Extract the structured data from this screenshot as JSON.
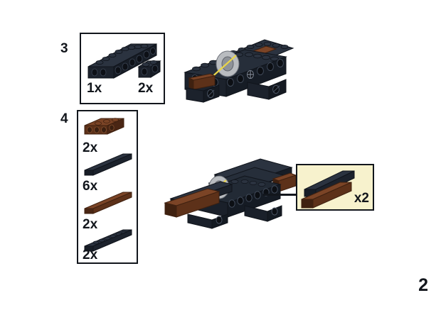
{
  "page": {
    "number": "2",
    "background_color": "#ffffff",
    "ink_color": "#12161c"
  },
  "colors": {
    "black_light": "#2b3340",
    "black_mid": "#1c222c",
    "black_dark": "#10141b",
    "brown_light": "#7b4426",
    "brown_mid": "#5d3119",
    "brown_dark": "#3f2110",
    "gray_light": "#b9bcc0",
    "gray_mid": "#8e9298",
    "axle_yellow": "#e8d44a",
    "callout_fill": "#f7f2cd",
    "outline": "#12161c"
  },
  "steps": [
    {
      "id": "step-3",
      "number": "3",
      "parts": [
        {
          "name": "black-technic-brick-1x8",
          "qty_label": "1x",
          "color": "black",
          "kind": "technic-brick-long"
        },
        {
          "name": "black-technic-brick-1x2",
          "qty_label": "2x",
          "color": "black",
          "kind": "technic-brick-short"
        }
      ],
      "assembly_name": "chassis-assembly-step-3"
    },
    {
      "id": "step-4",
      "number": "4",
      "parts": [
        {
          "name": "brown-bracket-1x4",
          "qty_label": "2x",
          "color": "brown",
          "kind": "bracket"
        },
        {
          "name": "black-tile-1x8",
          "qty_label": "6x",
          "color": "black",
          "kind": "tile"
        },
        {
          "name": "brown-tile-1x8",
          "qty_label": "2x",
          "color": "brown",
          "kind": "tile"
        },
        {
          "name": "black-plate-1x8",
          "qty_label": "2x",
          "color": "black",
          "kind": "plate"
        }
      ],
      "assembly_name": "chassis-assembly-step-4"
    }
  ],
  "callout": {
    "name": "sub-assembly-callout",
    "qty_label": "x2",
    "parts": [
      {
        "name": "black-tile-1x8",
        "color": "black"
      },
      {
        "name": "brown-tile-1x8",
        "color": "brown"
      }
    ]
  }
}
